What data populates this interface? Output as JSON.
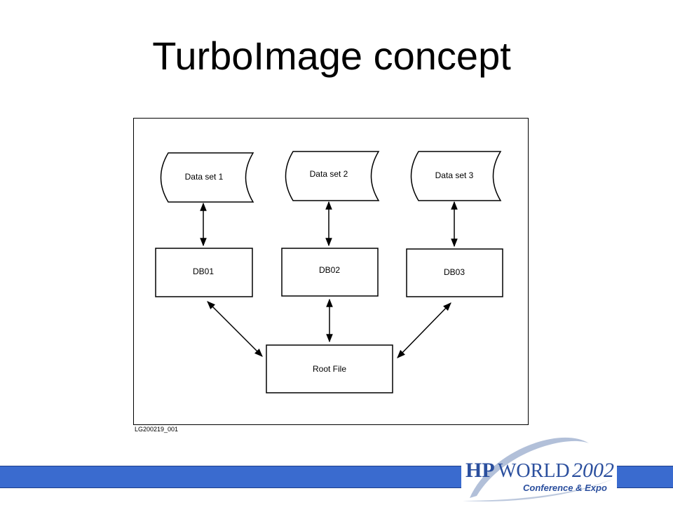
{
  "slide": {
    "title": "TurboImage concept"
  },
  "diagram": {
    "data_sets": [
      {
        "label": "Data set 1"
      },
      {
        "label": "Data set 2"
      },
      {
        "label": "Data set 3"
      }
    ],
    "databases": [
      {
        "label": "DB01"
      },
      {
        "label": "DB02"
      },
      {
        "label": "DB03"
      }
    ],
    "root": {
      "label": "Root File"
    },
    "figure_code": "LG200219_001"
  },
  "logo": {
    "brand": "HP",
    "world": "WORLD",
    "year": "2002",
    "tagline": "Conference & Expo"
  },
  "colors": {
    "footer_bar": "#3a6bcf",
    "logo_blue": "#2b4f9e",
    "logo_swoosh": "#9fb0cf"
  }
}
